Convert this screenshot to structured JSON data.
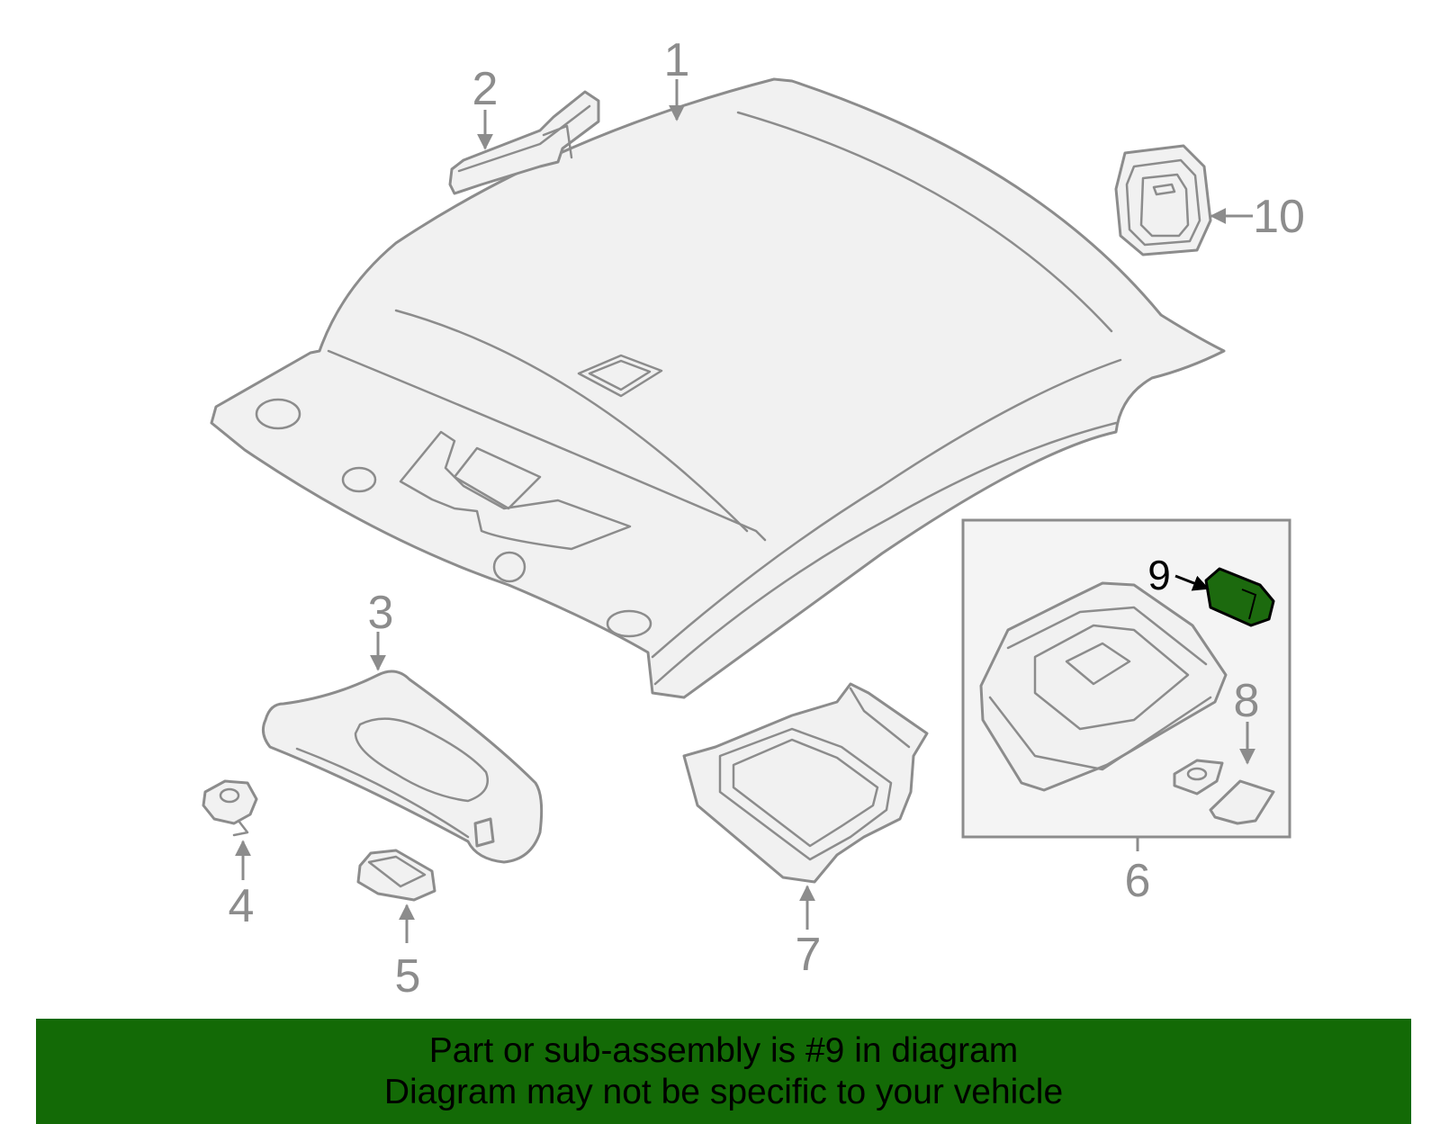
{
  "callouts": {
    "c1": "1",
    "c2": "2",
    "c3": "3",
    "c4": "4",
    "c5": "5",
    "c6": "6",
    "c7": "7",
    "c8": "8",
    "c9": "9",
    "c10": "10"
  },
  "highlighted_part": "9",
  "colors": {
    "line": "#8c8c8c",
    "part_fill": "#f1f1f1",
    "highlight": "#1c6a0e",
    "banner": "#136a06",
    "subassembly_box": "#f4f4f4"
  },
  "banner": {
    "line1": "Part or sub-assembly is #9 in diagram",
    "line2": "Diagram may not be specific to your vehicle"
  }
}
